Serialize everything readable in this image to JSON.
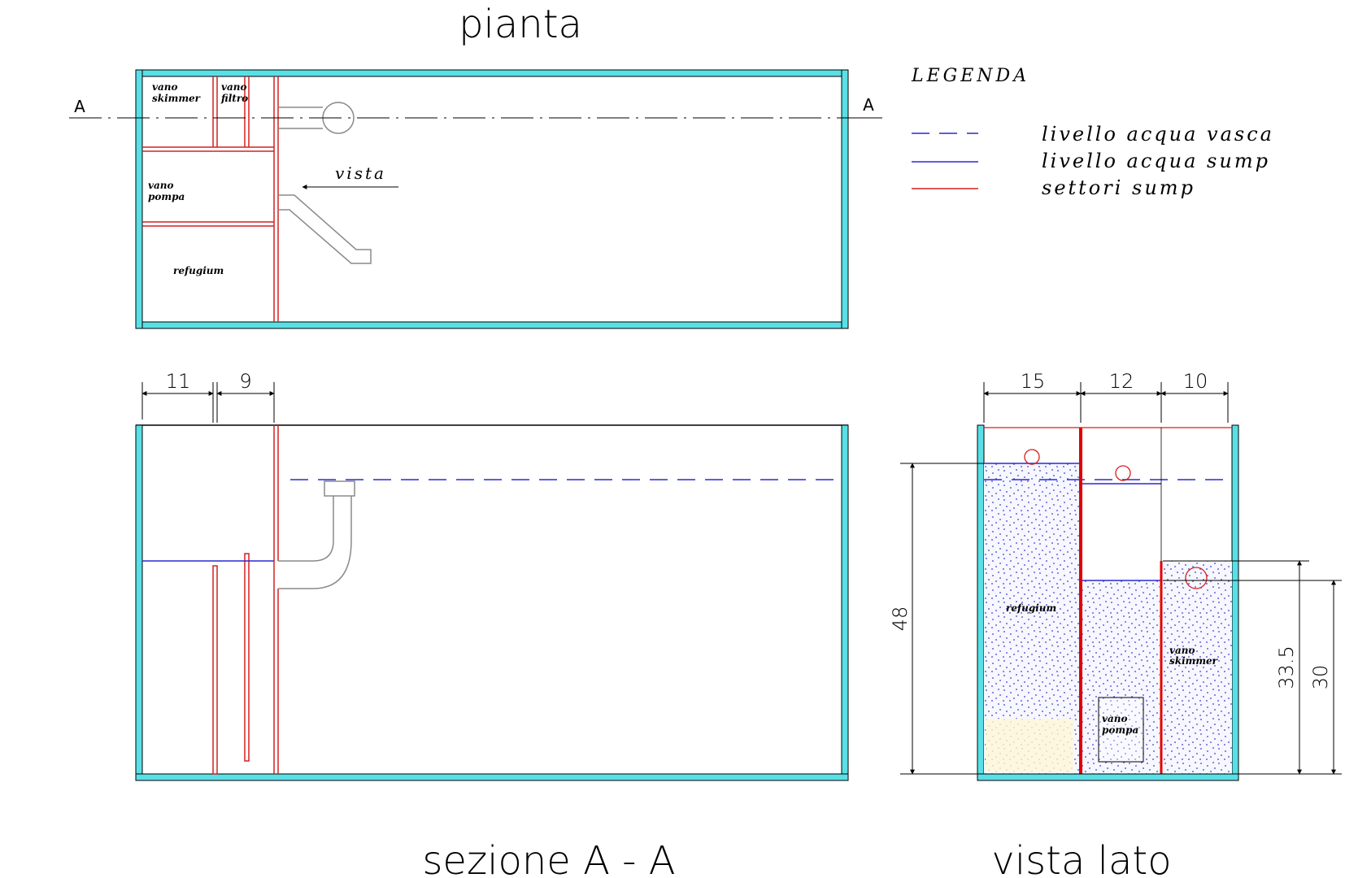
{
  "views": {
    "plan_title": "pianta",
    "section_title": "sezione A - A",
    "side_title": "vista lato"
  },
  "plan": {
    "section_mark_left": "A",
    "section_mark_right": "A",
    "label_skimmer_1": "vano",
    "label_skimmer_2": "skimmer",
    "label_filter_1": "vano",
    "label_filter_2": "filtro",
    "label_pump_1": "vano",
    "label_pump_2": "pompa",
    "label_refugium": "refugium",
    "view_arrow_label": "vista"
  },
  "legend": {
    "title": "LEGENDA",
    "items": [
      {
        "label": "livello acqua vasca",
        "style": "dashed",
        "color": "#2a2ad0"
      },
      {
        "label": "livello acqua sump",
        "style": "solid",
        "color": "#2a2ad0"
      },
      {
        "label": "settori sump",
        "style": "solid",
        "color": "#d42020"
      }
    ]
  },
  "section": {
    "dim_1": "11",
    "dim_2": "9"
  },
  "side": {
    "dim_top_1": "15",
    "dim_top_2": "12",
    "dim_top_3": "10",
    "dim_height_total": "48",
    "dim_height_mid": "33.5",
    "dim_height_low": "30",
    "label_refugium": "refugium",
    "label_skimmer_1": "vano",
    "label_skimmer_2": "skimmer",
    "label_pump_1": "vano",
    "label_pump_2": "pompa"
  },
  "colors": {
    "glass": "#59e0e6",
    "partition": "#d42020",
    "water": "#2a2ad0",
    "outline": "#000000",
    "pipe": "#8a8a8a"
  }
}
